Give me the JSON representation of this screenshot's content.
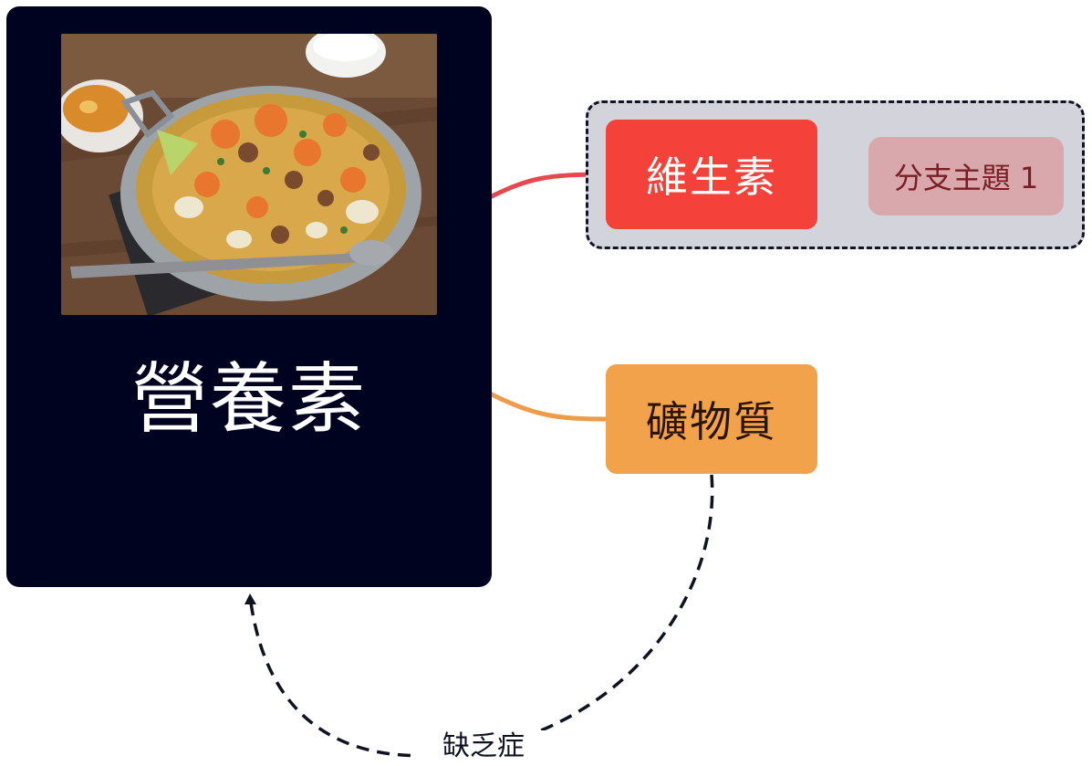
{
  "central_topic": {
    "title": "營養素",
    "image": "seafood-paella-photo"
  },
  "branches": [
    {
      "label": "維生素",
      "color": "#f4423a",
      "subtopics": [
        {
          "label": "分支主題 1",
          "color": "#d8a8ac"
        }
      ],
      "boundary": true
    },
    {
      "label": "礦物質",
      "color": "#f2a24a",
      "subtopics": []
    }
  ],
  "relationship": {
    "label": "缺乏症",
    "from": "礦物質",
    "to": "營養素",
    "style": "dashed"
  },
  "colors": {
    "central_background": "#000320",
    "boundary_fill": "#d3d3db",
    "boundary_stroke": "#101426",
    "vitamin_line": "#e5484d",
    "mineral_line": "#ef9c4a"
  }
}
